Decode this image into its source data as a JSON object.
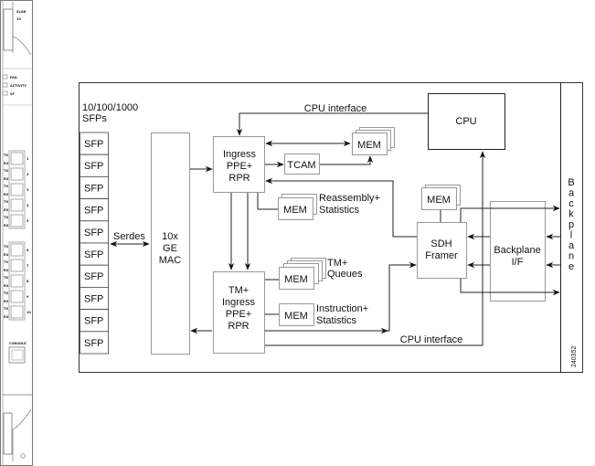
{
  "card_faceplate": {
    "top_labels": [
      "SLAN",
      "10"
    ],
    "leds": [
      "FAIL",
      "ACTIVITY",
      "SF"
    ],
    "ports_group1": [
      {
        "tx": "TX",
        "rx": "RX",
        "num": "1"
      },
      {
        "tx": "TX",
        "rx": "RX",
        "num": "2"
      },
      {
        "tx": "TX",
        "rx": "RX",
        "num": "3"
      },
      {
        "tx": "TX",
        "rx": "RX",
        "num": "4"
      },
      {
        "tx": "TX",
        "rx": "RX",
        "num": "5"
      }
    ],
    "ports_group2": [
      {
        "tx": "TX",
        "rx": "RX",
        "num": "6"
      },
      {
        "tx": "TX",
        "rx": "RX",
        "num": "7"
      },
      {
        "tx": "TX",
        "rx": "RX",
        "num": "8"
      },
      {
        "tx": "TX",
        "rx": "RX",
        "num": "9"
      },
      {
        "tx": "TX",
        "rx": "RX",
        "num": "10"
      }
    ],
    "console_label": "CONSOLE"
  },
  "diagram": {
    "sfp_heading": [
      "10/100/1000",
      "SFPs"
    ],
    "sfp_label": "SFP",
    "sfp_count": 10,
    "serdes_label": "Serdes",
    "mac_block": [
      "10x",
      "GE",
      "MAC"
    ],
    "ingress_block": [
      "Ingress",
      "PPE+",
      "RPR"
    ],
    "tm_block": [
      "TM+",
      "Ingress",
      "PPE+",
      "RPR"
    ],
    "tcam_label": "TCAM",
    "mem_label": "MEM",
    "reassembly_label": [
      "Reassembly+",
      "Statistics"
    ],
    "tm_queues_label": [
      "TM+",
      "Queues"
    ],
    "instruction_label": [
      "Instruction+",
      "Statistics"
    ],
    "cpu_label": "CPU",
    "cpu_interface_top": "CPU interface",
    "cpu_interface_bottom": "CPU interface",
    "sdh_framer": [
      "SDH",
      "Framer"
    ],
    "backplane_if": [
      "Backplane",
      "I/F"
    ],
    "backplane_vertical": [
      "B",
      "a",
      "c",
      "k",
      "p",
      "l",
      "a",
      "n",
      "e"
    ],
    "figure_id": "240352"
  }
}
